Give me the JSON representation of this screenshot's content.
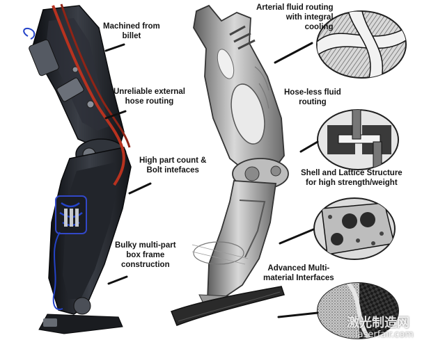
{
  "left_labels": [
    {
      "id": "machined",
      "lines": [
        "Machined from",
        "billet"
      ]
    },
    {
      "id": "routing",
      "lines": [
        "Unreliable external",
        "hose routing"
      ]
    },
    {
      "id": "partcount",
      "lines": [
        "High part count &",
        "Bolt intefaces"
      ]
    },
    {
      "id": "boxframe",
      "lines": [
        "Bulky multi-part",
        "box frame",
        "construction"
      ]
    }
  ],
  "right_labels": [
    {
      "id": "arterial",
      "lines": [
        "Arterial fluid routing",
        "with integral",
        "cooling"
      ]
    },
    {
      "id": "hoseless",
      "lines": [
        "Hose-less fluid",
        "routing"
      ]
    },
    {
      "id": "lattice",
      "lines": [
        "Shell and Lattice Structure",
        "for high strength/weight"
      ]
    },
    {
      "id": "multimaterial",
      "lines": [
        "Advanced Multi-",
        "material Interfaces"
      ]
    }
  ],
  "watermark": {
    "site_cn": "激光制造网",
    "site_url": "laserfair.com"
  },
  "colors": {
    "frame": "#1b1d22",
    "hose": "#b8321f",
    "blue_wire": "#2443c9",
    "sketch": "#6f6f6f",
    "label": "#141414"
  }
}
